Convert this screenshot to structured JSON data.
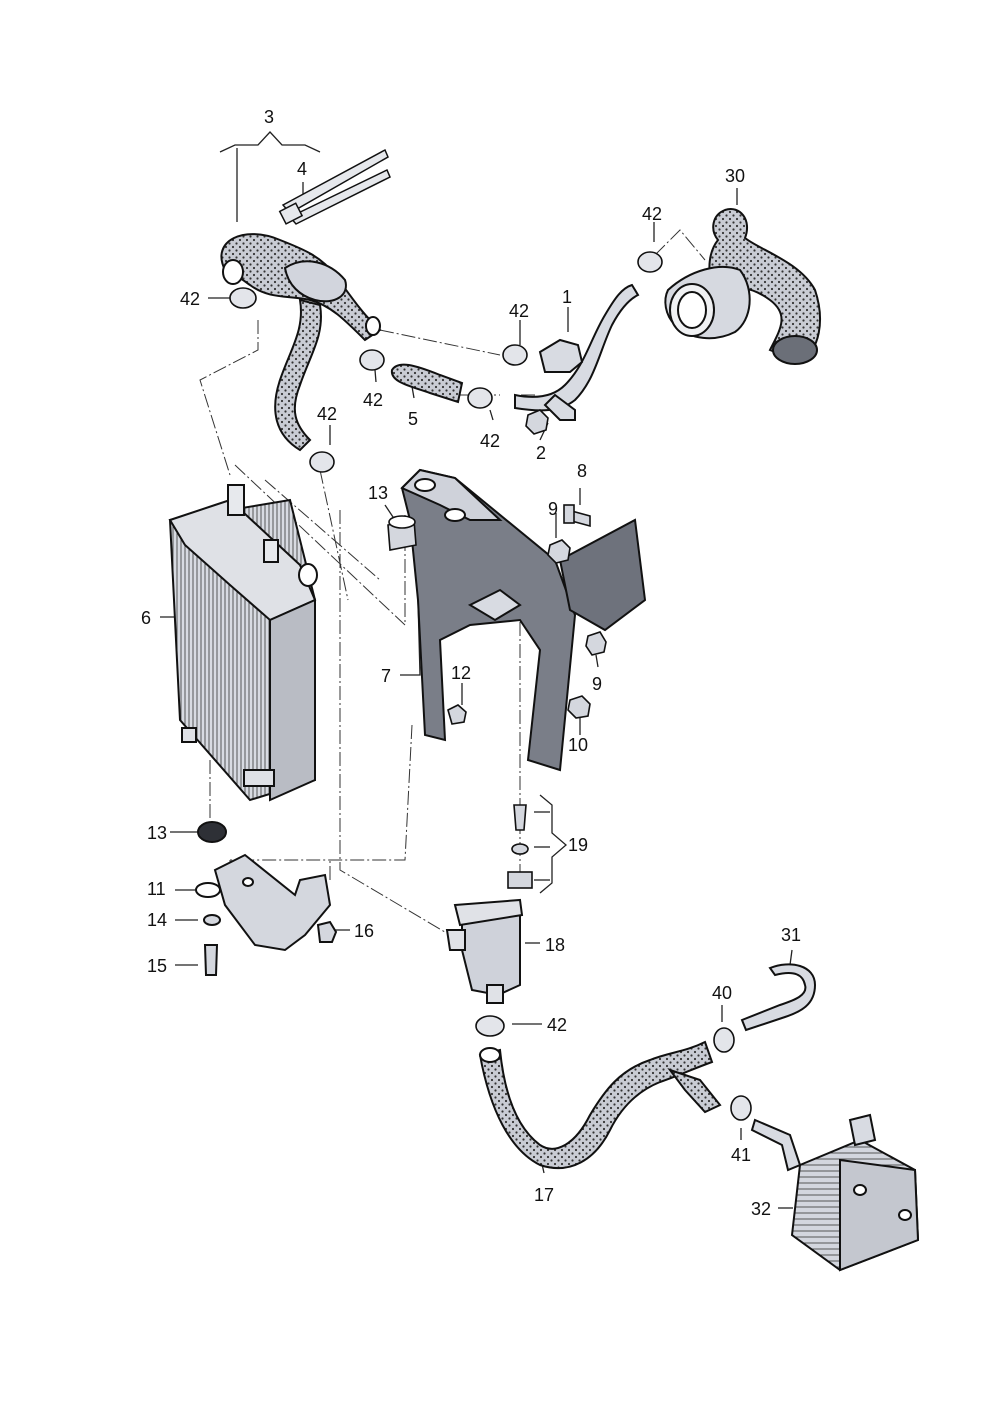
{
  "diagram": {
    "callouts": [
      {
        "id": "c1",
        "text": "1"
      },
      {
        "id": "c2",
        "text": "2"
      },
      {
        "id": "c3",
        "text": "3"
      },
      {
        "id": "c4",
        "text": "4"
      },
      {
        "id": "c5",
        "text": "5"
      },
      {
        "id": "c6",
        "text": "6"
      },
      {
        "id": "c7",
        "text": "7"
      },
      {
        "id": "c8",
        "text": "8"
      },
      {
        "id": "c9a",
        "text": "9"
      },
      {
        "id": "c9b",
        "text": "9"
      },
      {
        "id": "c10",
        "text": "10"
      },
      {
        "id": "c11",
        "text": "11"
      },
      {
        "id": "c12",
        "text": "12"
      },
      {
        "id": "c13a",
        "text": "13"
      },
      {
        "id": "c13b",
        "text": "13"
      },
      {
        "id": "c14",
        "text": "14"
      },
      {
        "id": "c15",
        "text": "15"
      },
      {
        "id": "c16",
        "text": "16"
      },
      {
        "id": "c17",
        "text": "17"
      },
      {
        "id": "c18",
        "text": "18"
      },
      {
        "id": "c19",
        "text": "19"
      },
      {
        "id": "c30",
        "text": "30"
      },
      {
        "id": "c31",
        "text": "31"
      },
      {
        "id": "c32",
        "text": "32"
      },
      {
        "id": "c40",
        "text": "40"
      },
      {
        "id": "c41",
        "text": "41"
      },
      {
        "id": "c42a",
        "text": "42"
      },
      {
        "id": "c42b",
        "text": "42"
      },
      {
        "id": "c42c",
        "text": "42"
      },
      {
        "id": "c42d",
        "text": "42"
      },
      {
        "id": "c42e",
        "text": "42"
      },
      {
        "id": "c42f",
        "text": "42"
      },
      {
        "id": "c42g",
        "text": "42"
      }
    ]
  }
}
